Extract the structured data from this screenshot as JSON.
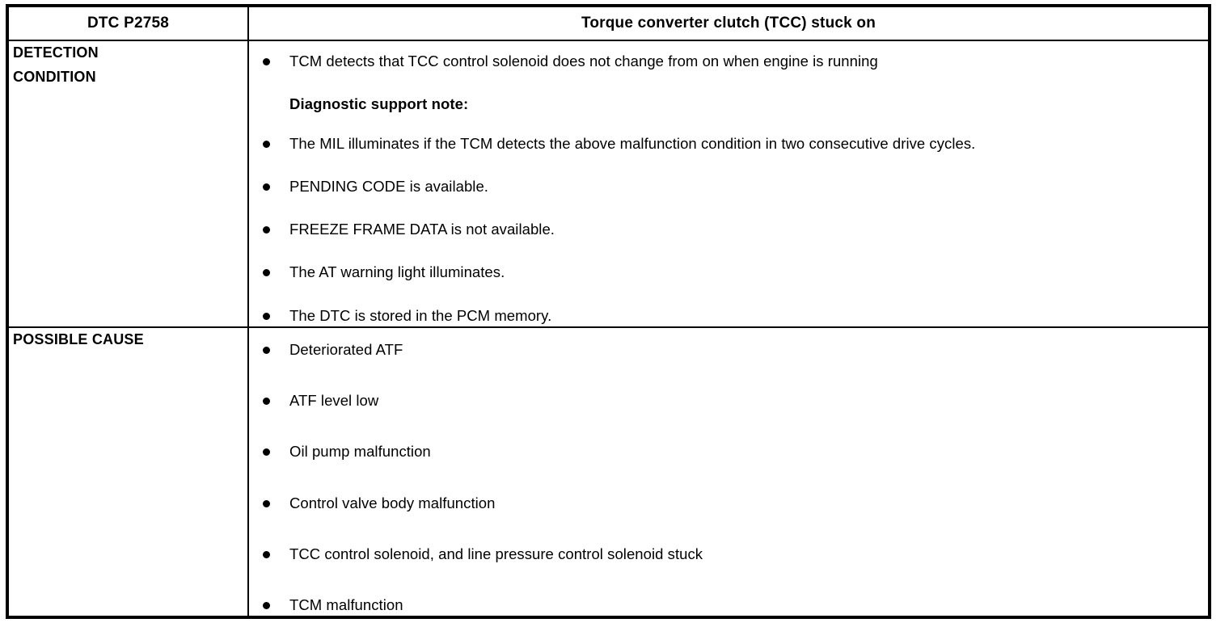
{
  "table": {
    "header": {
      "dtc_label": "DTC P2758",
      "title": "Torque converter clutch (TCC) stuck on"
    },
    "rows": [
      {
        "label": "DETECTION\nCONDITION",
        "items": [
          {
            "type": "bullet",
            "text": "TCM detects that TCC control solenoid does not change from on when engine is running"
          },
          {
            "type": "note",
            "text": "Diagnostic support note:"
          },
          {
            "type": "bullet",
            "text": "The MIL illuminates if the TCM detects the above malfunction condition in two consecutive drive cycles."
          },
          {
            "type": "bullet",
            "text": "PENDING CODE is available."
          },
          {
            "type": "bullet",
            "text": "FREEZE FRAME DATA is not available."
          },
          {
            "type": "bullet",
            "text": "The AT warning light illuminates."
          },
          {
            "type": "bullet",
            "text": "The DTC is stored in the PCM memory."
          }
        ]
      },
      {
        "label": "POSSIBLE CAUSE",
        "items": [
          {
            "type": "bullet",
            "text": "Deteriorated ATF"
          },
          {
            "type": "bullet",
            "text": "ATF level low"
          },
          {
            "type": "bullet",
            "text": "Oil pump malfunction"
          },
          {
            "type": "bullet",
            "text": "Control valve body malfunction"
          },
          {
            "type": "bullet",
            "text": "TCC control solenoid, and line pressure control solenoid stuck"
          },
          {
            "type": "bullet",
            "text": "TCM malfunction"
          }
        ]
      }
    ]
  },
  "colors": {
    "border": "#000000",
    "text": "#000000",
    "background": "#ffffff"
  }
}
